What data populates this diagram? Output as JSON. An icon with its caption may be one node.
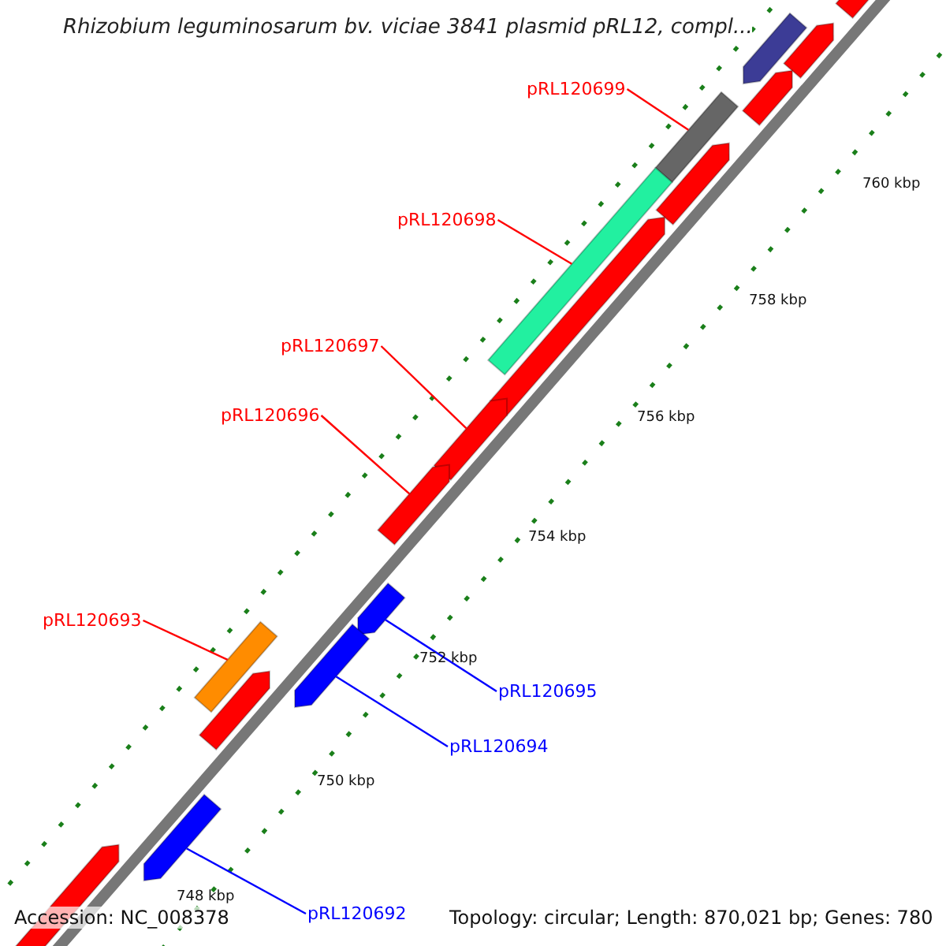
{
  "diagram": {
    "title": "Rhizobium leguminosarum bv. viciae 3841 plasmid pRL12, compl...",
    "nodes": [
      {
        "text": [],
        "shape": "bar"
      },
      {
        "text": [],
        "shape": "bar"
      },
      {
        "text": [],
        "shape": "bar"
      },
      {
        "text": [
          "pRL120699"
        ]
      },
      {
        "text": [],
        "shape": "bar"
      },
      {
        "text": [],
        "shape": "bar"
      },
      {
        "text": [],
        "shape": "bar"
      },
      {
        "text": [
          "pRL120698"
        ]
      },
      {
        "text": [],
        "shape": "bar"
      },
      {
        "text": [],
        "shape": "bar"
      },
      {
        "text": [
          "pRL120697"
        ]
      },
      {
        "text": [],
        "shape": "bar"
      },
      {
        "text": [
          "pRL120696"
        ]
      },
      {
        "text": [],
        "shape": "bar"
      },
      {
        "text": [],
        "shape": "bar"
      },
      {
        "text": [
          "pRL120693"
        ]
      },
      {
        "text": [],
        "shape": "bar"
      },
      {
        "text": [],
        "shape": "bar"
      },
      {
        "text": [
          "pRL120695"
        ]
      },
      {
        "text": [],
        "shape": "bar"
      },
      {
        "text": [
          "pRL120694"
        ]
      },
      {
        "text": [],
        "shape": "bar"
      },
      {
        "text": [],
        "shape": "bar"
      },
      {
        "text": [
          "pRL120692"
        ]
      }
    ],
    "edges": [
      {
        "from": 3,
        "to": 5,
        "arrow": "none"
      },
      {
        "from": 7,
        "to": 8,
        "arrow": "none"
      },
      {
        "from": 10,
        "to": 11,
        "arrow": "none"
      },
      {
        "from": 12,
        "to": 13,
        "arrow": "none"
      },
      {
        "from": 15,
        "to": 17,
        "arrow": "none"
      },
      {
        "from": 18,
        "to": 14,
        "arrow": "none",
        "color": "#0000ff"
      },
      {
        "from": 20,
        "to": 16,
        "arrow": "none",
        "color": "#0000ff"
      },
      {
        "from": 23,
        "to": 21,
        "arrow": "none",
        "color": "#0000ff"
      }
    ],
    "labels": [
      "760 kbp",
      "758 kbp",
      "756 kbp",
      "754 kbp",
      "752 kbp",
      "750 kbp",
      "748 kbp",
      "Accession: NC_008378",
      "Topology: circular; Length: 870,021 bp; Genes: 780"
    ]
  }
}
